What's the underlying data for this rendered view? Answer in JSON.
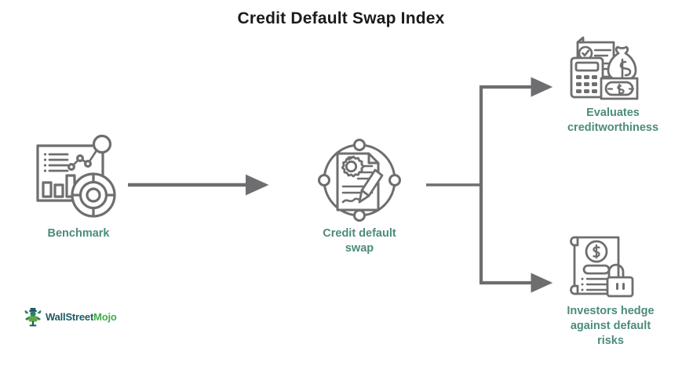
{
  "page": {
    "title": "Credit Default Swap Index",
    "background_color": "#ffffff"
  },
  "colors": {
    "title": "#1b1b1b",
    "label_teal": "#4c8b7c",
    "icon_gray": "#6e6e70",
    "connector_gray": "#6e6e70",
    "logo_wallstreet": "#1d5b63",
    "logo_mojo": "#3fae49"
  },
  "diagram": {
    "type": "flow",
    "nodes": [
      {
        "id": "benchmark",
        "label": "Benchmark",
        "icon": "analytics-dashboard-icon",
        "position": "left"
      },
      {
        "id": "credit-default-swap",
        "label": "Credit default\nswap",
        "icon": "contract-signing-icon",
        "position": "center"
      },
      {
        "id": "evaluates-creditworthiness",
        "label": "Evaluates\ncreditworthiness",
        "icon": "calculator-money-icon",
        "position": "top-right"
      },
      {
        "id": "investors-hedge",
        "label": "Investors hedge\nagainst default\nrisks",
        "icon": "document-lock-icon",
        "position": "bottom-right"
      }
    ],
    "edges": [
      {
        "from": "benchmark",
        "to": "credit-default-swap",
        "style": "arrow"
      },
      {
        "from": "credit-default-swap",
        "to": "evaluates-creditworthiness",
        "style": "branch-arrow"
      },
      {
        "from": "credit-default-swap",
        "to": "investors-hedge",
        "style": "branch-arrow"
      }
    ]
  },
  "logo": {
    "mark": "wallstreetmojo-bull-icon",
    "text_primary": "WallStreet",
    "text_secondary": "Mojo"
  }
}
